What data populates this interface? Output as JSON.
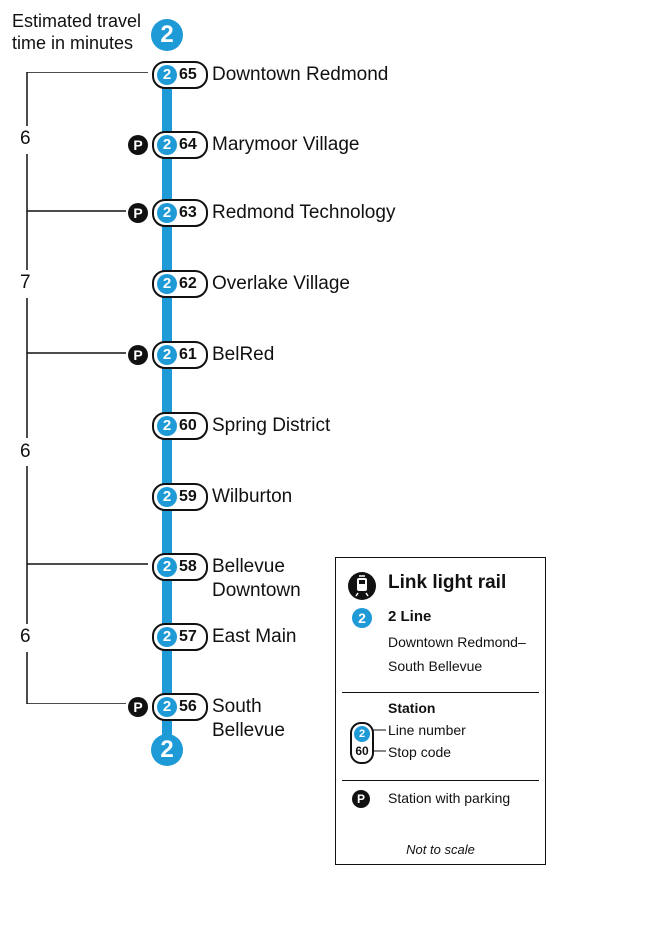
{
  "header": {
    "line1": "Estimated travel",
    "line2": "time in minutes"
  },
  "line_number": "2",
  "stations": [
    {
      "code": "65",
      "name_1": "Downtown Redmond",
      "name_2": "",
      "parking": false
    },
    {
      "code": "64",
      "name_1": "Marymoor Village",
      "name_2": "",
      "parking": true
    },
    {
      "code": "63",
      "name_1": "Redmond Technology",
      "name_2": "",
      "parking": true
    },
    {
      "code": "62",
      "name_1": "Overlake Village",
      "name_2": "",
      "parking": false
    },
    {
      "code": "61",
      "name_1": "BelRed",
      "name_2": "",
      "parking": true
    },
    {
      "code": "60",
      "name_1": "Spring District",
      "name_2": "",
      "parking": false
    },
    {
      "code": "59",
      "name_1": "Wilburton",
      "name_2": "",
      "parking": false
    },
    {
      "code": "58",
      "name_1": "Bellevue",
      "name_2": "Downtown",
      "parking": false
    },
    {
      "code": "57",
      "name_1": "East Main",
      "name_2": "",
      "parking": false
    },
    {
      "code": "56",
      "name_1": "South",
      "name_2": "Bellevue",
      "parking": true
    }
  ],
  "parking_glyph": "P",
  "travel_times": [
    "6",
    "7",
    "6",
    "6"
  ],
  "legend": {
    "title": "Link light rail",
    "line_name": "2 Line",
    "route_1": "Downtown Redmond–",
    "route_2": "South Bellevue",
    "station_title": "Station",
    "line_number_label": "Line number",
    "stop_code_label": "Stop code",
    "sample_code": "60",
    "parking_label": "Station with parking",
    "note": "Not to scale"
  },
  "colors": {
    "line_blue": "#1e9ad6",
    "black": "#111111"
  }
}
